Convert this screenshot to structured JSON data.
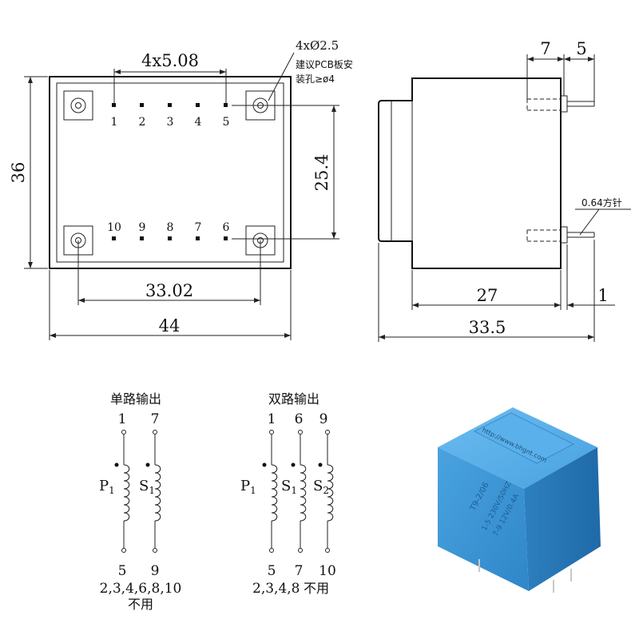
{
  "front_view": {
    "pin_pitch": "4x5.08",
    "height": "36",
    "row_spacing": "25.4",
    "mount_spacing": "33.02",
    "width": "44",
    "hole_note_line1": "4xØ2.5",
    "hole_note_line2": "建议PCB板安",
    "hole_note_line3": "装孔≥ø4",
    "top_pins": [
      "1",
      "2",
      "3",
      "4",
      "5"
    ],
    "bottom_pins": [
      "10",
      "9",
      "8",
      "7",
      "6"
    ]
  },
  "side_view": {
    "dim_a": "7",
    "dim_b": "5",
    "pin_note": "0.64方针",
    "body_depth": "27",
    "pin_length": "1",
    "total_depth": "33.5"
  },
  "single_output": {
    "title": "单路输出",
    "pin_top_primary": "1",
    "pin_top_secondary": "7",
    "primary_label": "P",
    "primary_sub": "1",
    "secondary_label": "S",
    "secondary_sub": "1",
    "pin_bottom_primary": "5",
    "pin_bottom_secondary": "9",
    "unused_pins": "2,3,4,6,8,10",
    "unused_label": "不用"
  },
  "dual_output": {
    "title": "双路输出",
    "pin_top_primary": "1",
    "pin_top_s1": "6",
    "pin_top_s2": "9",
    "primary_label": "P",
    "primary_sub": "1",
    "s1_label": "S",
    "s1_sub": "1",
    "s2_label": "S",
    "s2_sub": "2",
    "pin_bottom_primary": "5",
    "pin_bottom_s1": "7",
    "pin_bottom_s2": "10",
    "unused_pins": "2,3,4,8",
    "unused_label": "不用"
  },
  "product_photo": {
    "body_color": "#3a8fd0",
    "top_color": "#5ab0ea",
    "label_line1": "T9-2/06",
    "label_line2": "1-5 230V/50HZ",
    "label_line3": "7-9 12V/0.4A",
    "url_text": "http://www.bhgnt.com"
  }
}
